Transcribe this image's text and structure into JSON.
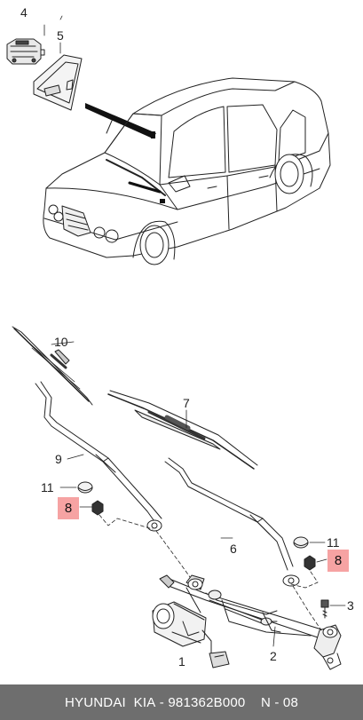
{
  "callouts": {
    "c4": "4",
    "c5": "5",
    "c10": "10",
    "c7": "7",
    "c9": "9",
    "c11a": "11",
    "c8a": "8",
    "c6": "6",
    "c11b": "11",
    "c8b": "8",
    "c3": "3",
    "c1": "1",
    "c2": "2"
  },
  "colors": {
    "highlight": "#f6a3a3",
    "footer_bg": "#6e6e6e",
    "footer_text": "#ffffff"
  },
  "footer": {
    "brand": "HYUNDAI  KIA",
    "separator": " - ",
    "part_number": "981362B000",
    "page_code": "N - 08"
  }
}
